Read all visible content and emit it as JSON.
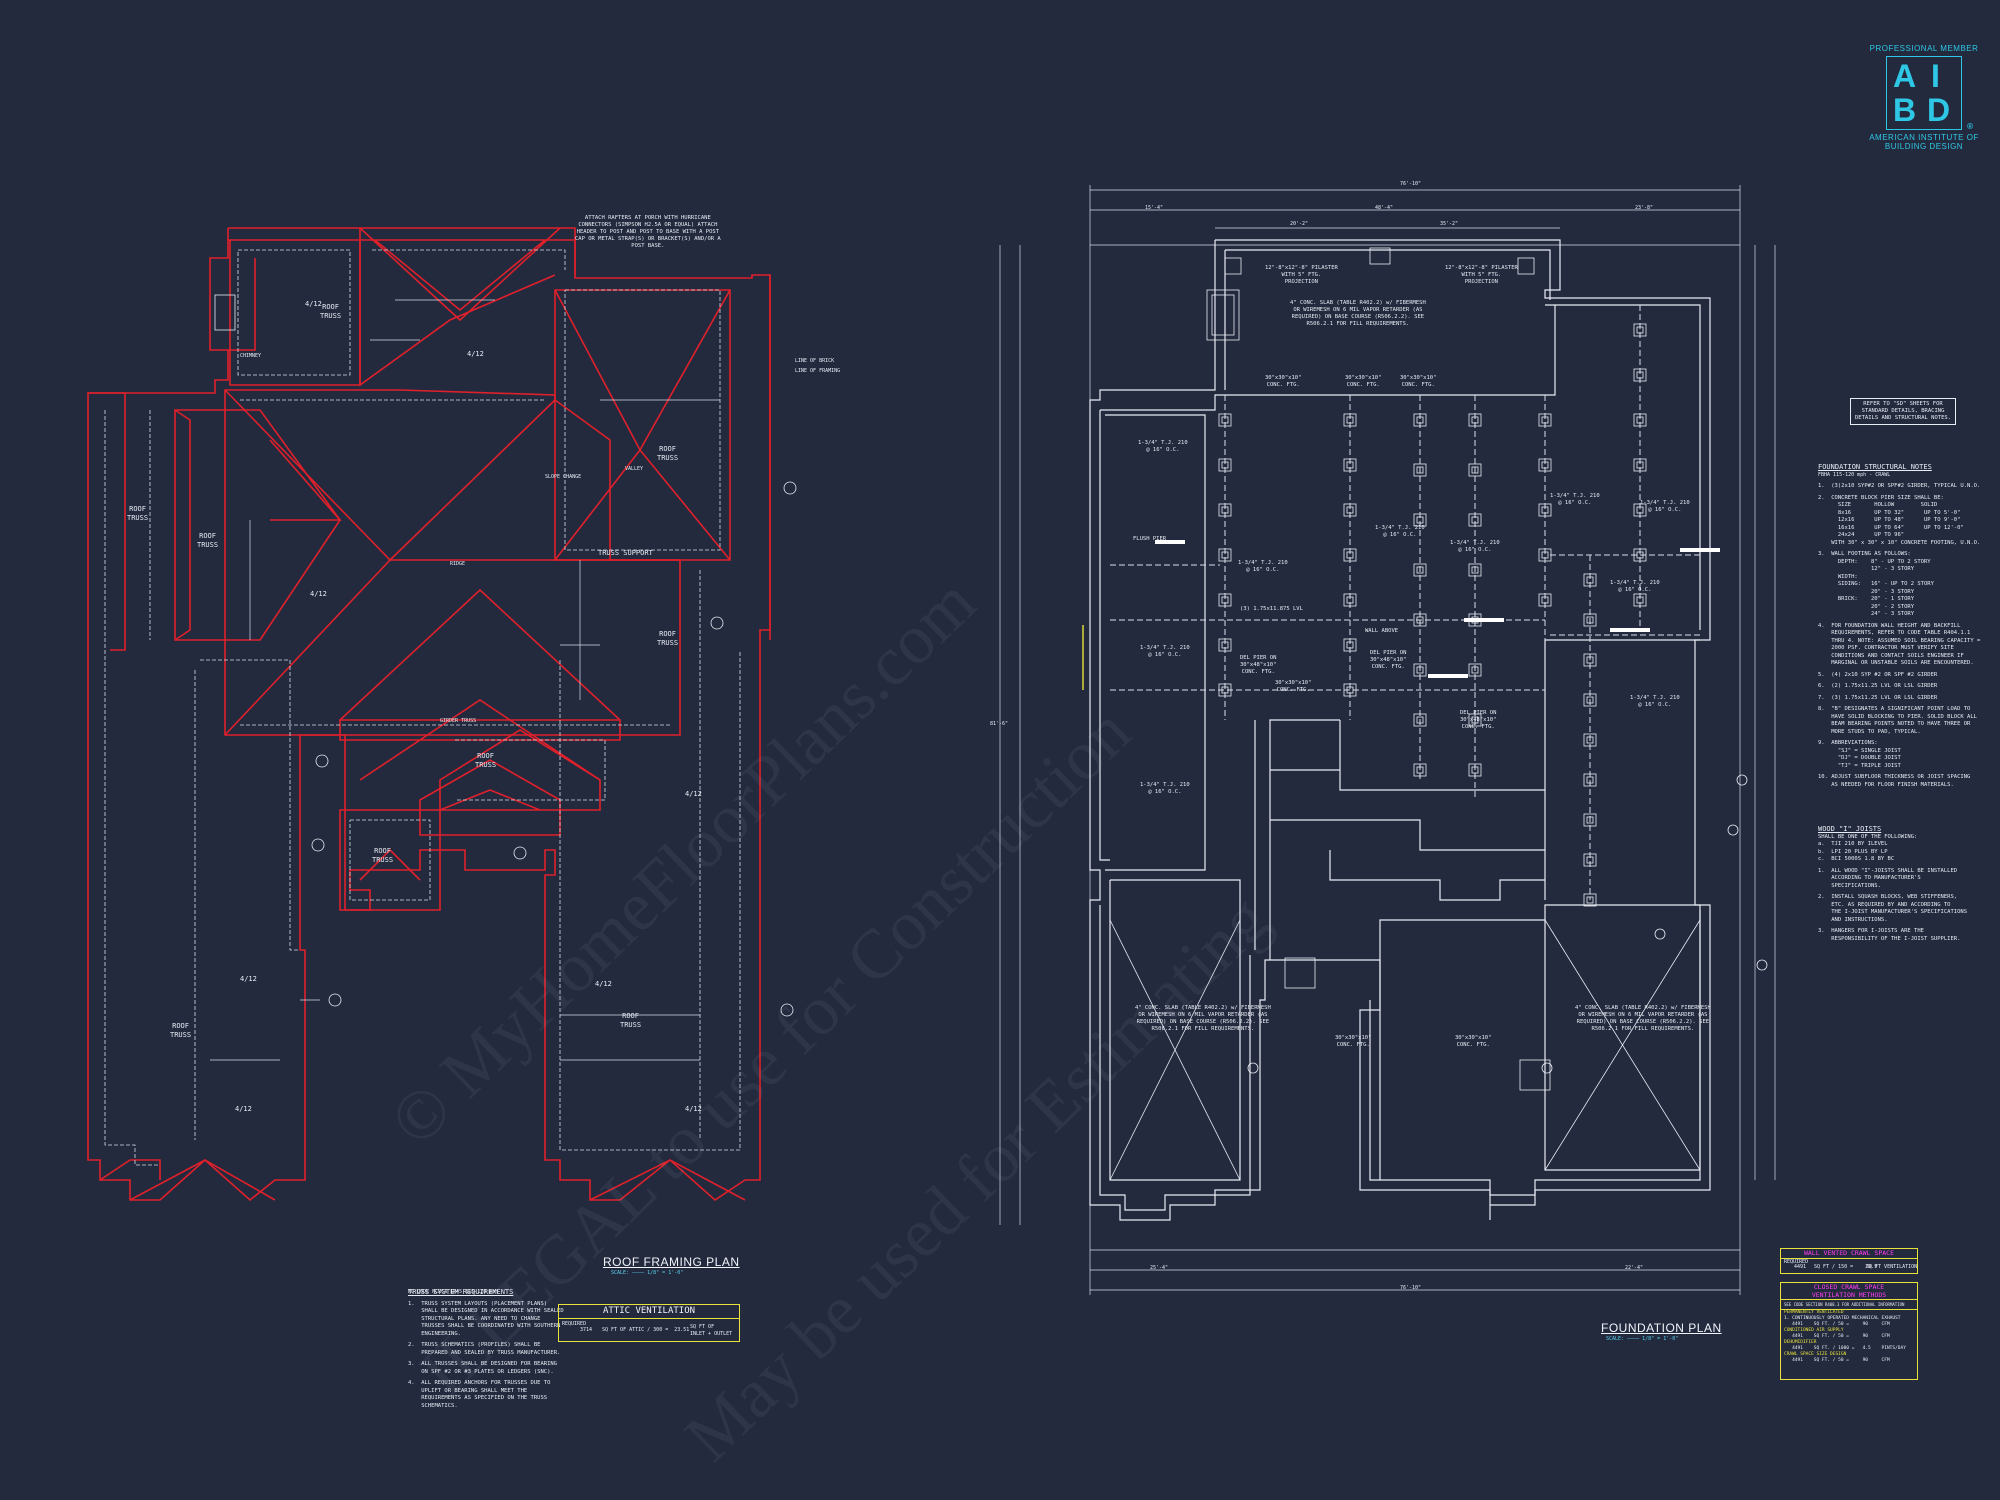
{
  "watermark": {
    "line1": "© MyHomeFloorPlans.com",
    "line2": "ILLEGAL to use for Construction",
    "line3": "May be used for Estimating"
  },
  "logo": {
    "top_text": "PROFESSIONAL MEMBER",
    "letters": [
      "A",
      "I",
      "B",
      "D"
    ],
    "bottom_text": "AMERICAN INSTITUTE OF BUILDING DESIGN",
    "registered": "®"
  },
  "roof_plan": {
    "title": "ROOF FRAMING PLAN",
    "scale": "SCALE: ———— 1/8\" = 1'-0\"",
    "top_note": "ATTACH RAFTERS AT PORCH WITH HURRICANE\nCONNECTORS (SIMPSON H2.5A OR EQUAL) ATTACH\nHEADER TO POST AND POST TO BASE WITH A POST\nCAP OR METAL STRAP(S) OR BRACKET(S) AND/OR A\nPOST BASE.",
    "labels": {
      "roof_truss": "ROOF\nTRUSS",
      "slope": "4/12",
      "truss_support": "TRUSS SUPPORT",
      "line_of_brick": "LINE OF BRICK",
      "line_of_framing": "LINE OF FRAMING",
      "ridge": "RIDGE",
      "valley": "VALLEY",
      "chimney": "CHIMNEY",
      "girder_truss": "GIRDER TRUSS",
      "slope_change": "SLOPE CHANGE"
    },
    "truss_requirements": {
      "title": "TRUSS SYSTEM REQUIREMENTS",
      "subtitle": "NC CODE NCRCA 1R45 115-120 mph",
      "items": [
        "1.  TRUSS SYSTEM LAYOUTS (PLACEMENT PLANS)\n    SHALL BE DESIGNED IN ACCORDANCE WITH SEALED\n    STRUCTURAL PLANS. ANY NEED TO CHANGE\n    TRUSSES SHALL BE COORDINATED WITH SOUTHERN\n    ENGINEERING.",
        "2.  TRUSS SCHEMATICS (PROFILES) SHALL BE\n    PREPARED AND SEALED BY TRUSS MANUFACTURER.",
        "3.  ALL TRUSSES SHALL BE DESIGNED FOR BEARING\n    ON SPF #2 OR #3 PLATES OR LEDGERS (SNC).",
        "4.  ALL REQUIRED ANCHORS FOR TRUSSES DUE TO\n    UPLIFT OR BEARING SHALL MEET THE\n    REQUIREMENTS AS SPECIFIED ON THE TRUSS\n    SCHEMATICS."
      ]
    },
    "attic_ventilation": {
      "title": "ATTIC VENTILATION",
      "required_label": "REQUIRED",
      "value": "3714",
      "calc": "SQ FT OF ATTIC / 300 =  23.51",
      "unit": "SQ FT OF\nINLET + OUTLET"
    }
  },
  "foundation_plan": {
    "title": "FOUNDATION PLAN",
    "scale": "SCALE: ———— 1/8\" = 1'-0\"",
    "slab_note": "4\" CONC. SLAB (TABLE R402.2) w/ FIBERMESH\nOR WIREMESH ON 6 MIL VAPOR RETARDER (AS\nREQUIRED) ON BASE COURSE (R506.2.2). SEE\nR506.2.1 FOR FILL REQUIREMENTS.",
    "pilaster_note": "12\"-8\"x12\"-8\" PILASTER\nWITH 5\" FTG.\nPROJECTION",
    "pier_note": "30\"x30\"x10\"\nCONC. FTG.",
    "beam_note": "(3) 1.75x11.875 LVL",
    "flush_pier": "FLUSH PIER",
    "wall_above": "WALL ABOVE",
    "del_pier": "DEL PIER ON\n30\"x48\"x10\"\nCONC. FTG.",
    "joist_note": "1-3/4\" T.J. 210\n@ 16\" O.C.",
    "refer_note": "REFER TO \"SD\" SHEETS FOR\nSTANDARD DETAILS, BRACING\nDETAILS AND STRUCTURAL NOTES.",
    "dimensions": {
      "overall_width": "76'-10\"",
      "overall_depth": "81'-6\"",
      "d1": "15'-4\"",
      "d2": "48'-4\"",
      "d3": "23'-8\"",
      "d4": "20'-2\"",
      "d5": "35'-2\"",
      "d6": "25'-4\"",
      "d7": "22'-4\""
    },
    "structural_notes": {
      "title": "FOUNDATION STRUCTURAL NOTES",
      "subtitle": "FBHA 115-120 mph - CRAWL",
      "items": [
        "1.  (3)2x10 SYP#2 OR SPF#2 GIRDER, TYPICAL U.N.O.",
        "2.  CONCRETE BLOCK PIER SIZE SHALL BE:\n      SIZE       HOLLOW        SOLID\n      8x16       UP TO 32\"      UP TO 5'-0\"\n      12x16      UP TO 48\"      UP TO 9'-0\"\n      16x16      UP TO 64\"      UP TO 12'-0\"\n      24x24      UP TO 96\"\n    WITH 30\" x 30\" x 10\" CONCRETE FOOTING, U.N.O.",
        "3.  WALL FOOTING AS FOLLOWS:\n      DEPTH:    8\" - UP TO 2 STORY\n                12\" - 3 STORY\n      WIDTH:\n      SIDING:   16\" - UP TO 2 STORY\n                20\" - 3 STORY\n      BRICK:    20\" - 1 STORY\n                20\" - 2 STORY\n                24\" - 3 STORY",
        "4.  FOR FOUNDATION WALL HEIGHT AND BACKFILL\n    REQUIREMENTS, REFER TO CODE TABLE R404.1.1\n    THRU 4. NOTE: ASSUMED SOIL BEARING CAPACITY =\n    2000 PSF. CONTRACTOR MUST VERIFY SITE\n    CONDITIONS AND CONTACT SOILS ENGINEER IF\n    MARGINAL OR UNSTABLE SOILS ARE ENCOUNTERED.",
        "5.  (4) 2x10 SYP #2 OR SPF #2 GIRDER",
        "6.  (2) 1.75x11.25 LVL OR LSL GIRDER",
        "7.  (3) 1.75x11.25 LVL OR LSL GIRDER",
        "8.  \"B\" DESIGNATES A SIGNIFICANT POINT LOAD TO\n    HAVE SOLID BLOCKING TO PIER. SOLID BLOCK ALL\n    BEAM BEARING POINTS NOTED TO HAVE THREE OR\n    MORE STUDS TO PAD, TYPICAL.",
        "9.  ABBREVIATIONS:\n      \"SJ\" = SINGLE JOIST\n      \"DJ\" = DOUBLE JOIST\n      \"TJ\" = TRIPLE JOIST",
        "10. ADJUST SUBFLOOR THICKNESS OR JOIST SPACING\n    AS NEEDED FOR FLOOR FINISH MATERIALS."
      ]
    },
    "wood_joists": {
      "title": "WOOD \"I\" JOISTS",
      "items": [
        "SHALL BE ONE OF THE FOLLOWING:",
        "a.  TJI 210 BY ILEVEL",
        "b.  LPI 20 PLUS BY LP",
        "c.  BCI 5000S 1.8 BY BC",
        "1.  ALL WOOD \"I\"-JOISTS SHALL BE INSTALLED\n    ACCORDING TO MANUFACTURER'S\n    SPECIFICATIONS.",
        "2.  INSTALL SQUASH BLOCKS, WEB STIFFENERS,\n    ETC. AS REQUIRED BY AND ACCORDING TO\n    THE I-JOIST MANUFACTURER'S SPECIFICATIONS\n    AND INSTRUCTIONS.",
        "3.  HANGERS FOR I-JOISTS ARE THE\n    RESPONSIBILITY OF THE I-JOIST SUPPLIER."
      ]
    },
    "wall_vented": {
      "title": "WALL VENTED CRAWL SPACE",
      "required_label": "REQUIRED",
      "value": "4491",
      "calc": "SQ FT / 150 =    29.9",
      "unit": "SQ FT VENTILATION"
    },
    "closed_crawl": {
      "title": "CLOSED CRAWL SPACE\nVENTILATION METHODS",
      "subtitle": "SEE CODE SECTION R408.3 FOR ADDITIONAL INFORMATION",
      "lines": [
        "PERMANENTLY VENTILATED",
        "1. CONTINUOUSLY OPERATED MECHANICAL EXHAUST",
        "   4491    SQ FT. / 50 =     90     CFM",
        "CONDITIONED AIR SUPPLY",
        "   4491    SQ FT. / 50 =     90     CFM",
        "DEHUMIDIFIER",
        "   4491    SQ FT. / 1000 =   4.5    PINTS/DAY",
        "CRAWL SPACE SIZE DESIGN",
        "   4491    SQ FT. / 50 =     90     CFM"
      ]
    }
  }
}
